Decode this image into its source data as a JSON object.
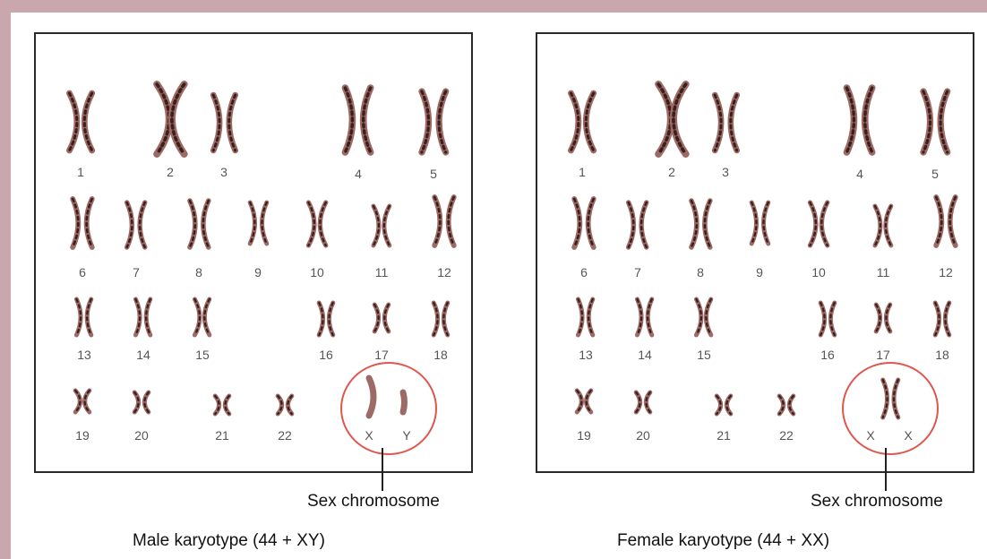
{
  "male": {
    "numbers": [
      "1",
      "2",
      "3",
      "4",
      "5",
      "6",
      "7",
      "8",
      "9",
      "10",
      "11",
      "12",
      "13",
      "14",
      "15",
      "16",
      "17",
      "18",
      "19",
      "20",
      "21",
      "22"
    ],
    "sex_chromosomes": [
      "X",
      "Y"
    ],
    "sex_label": "Sex chromosome",
    "caption": "Male karyotype (44 + XY)"
  },
  "female": {
    "numbers": [
      "1",
      "2",
      "3",
      "4",
      "5",
      "6",
      "7",
      "8",
      "9",
      "10",
      "11",
      "12",
      "13",
      "14",
      "15",
      "16",
      "17",
      "18",
      "19",
      "20",
      "21",
      "22"
    ],
    "sex_chromosomes": [
      "X",
      "X"
    ],
    "sex_label": "Sex chromosome",
    "caption": "Female karyotype (44 + XX)"
  },
  "colors": {
    "chromosome": "#9c6b66",
    "chromosome_dark": "#3b1f1c",
    "circle": "#e0564f",
    "border": "#c9a7ad"
  }
}
